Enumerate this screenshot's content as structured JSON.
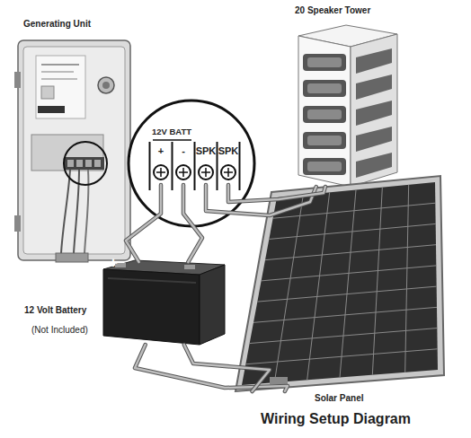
{
  "diagram": {
    "caption": "Wiring Setup Diagram",
    "nodes": [
      {
        "text": [
          "Generating Unit"
        ]
      },
      {
        "text": [
          "12V BATT"
        ]
      },
      {
        "text": [
          "+"
        ],
        "in": 1
      },
      {
        "text": [
          "-"
        ],
        "in": 1
      },
      {
        "text": [
          "SPK"
        ],
        "in": 1
      },
      {
        "text": [
          "SPK"
        ],
        "in": 1
      },
      {
        "text": [
          "20 Speaker Tower"
        ]
      },
      {
        "text": [
          "12 Volt Battery",
          "(Not Included)"
        ]
      },
      {
        "text": [
          "Solar Panel"
        ]
      }
    ],
    "edges": [
      {
        "from": 0,
        "to": 1,
        "arrow": "none"
      },
      {
        "from": 2,
        "to": 7,
        "arrow": "none"
      },
      {
        "from": 3,
        "to": 7,
        "arrow": "none"
      },
      {
        "from": 4,
        "to": 6,
        "arrow": "none"
      },
      {
        "from": 5,
        "to": 6,
        "arrow": "none"
      },
      {
        "from": 7,
        "to": 8,
        "arrow": "none"
      },
      {
        "from": 7,
        "to": 8,
        "arrow": "none"
      }
    ],
    "labels": [
      "+"
    ]
  }
}
